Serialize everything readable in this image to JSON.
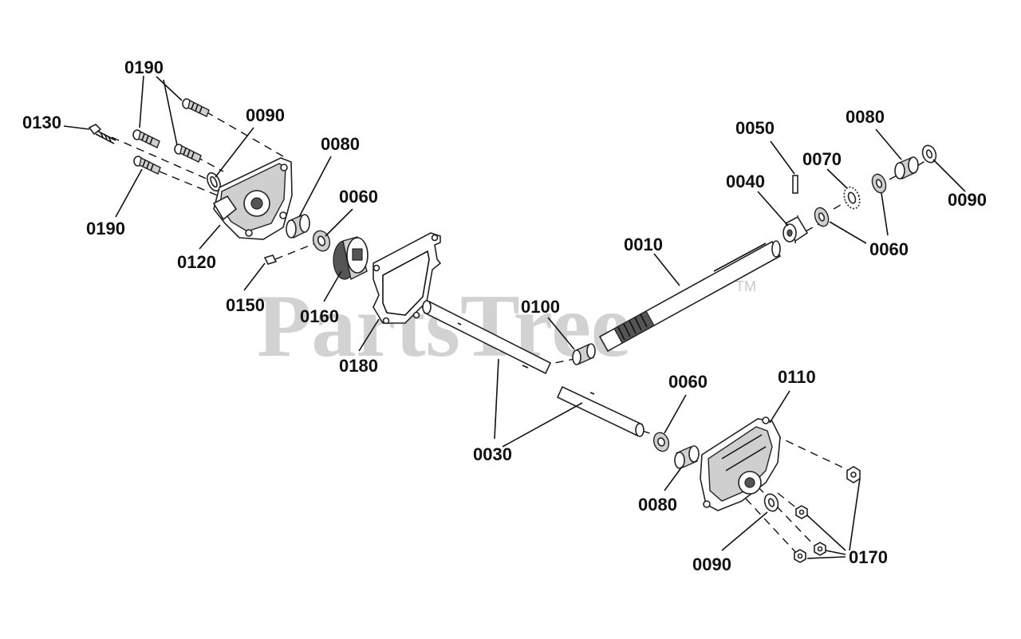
{
  "watermark": {
    "brand": "PartsTree",
    "trademark": "TM"
  },
  "labels": {
    "l0010": "0010",
    "l0030": "0030",
    "l0040": "0040",
    "l0050": "0050",
    "l0060_top": "0060",
    "l0060_right": "0060",
    "l0060_mid": "0060",
    "l0070": "0070",
    "l0080_top": "0080",
    "l0080_right": "0080",
    "l0080_bottom": "0080",
    "l0090_top": "0090",
    "l0090_right": "0090",
    "l0090_bottom": "0090",
    "l0100": "0100",
    "l0110": "0110",
    "l0120": "0120",
    "l0130": "0130",
    "l0150": "0150",
    "l0160": "0160",
    "l0170": "0170",
    "l0180": "0180",
    "l0190_top": "0190",
    "l0190_left": "0190"
  }
}
